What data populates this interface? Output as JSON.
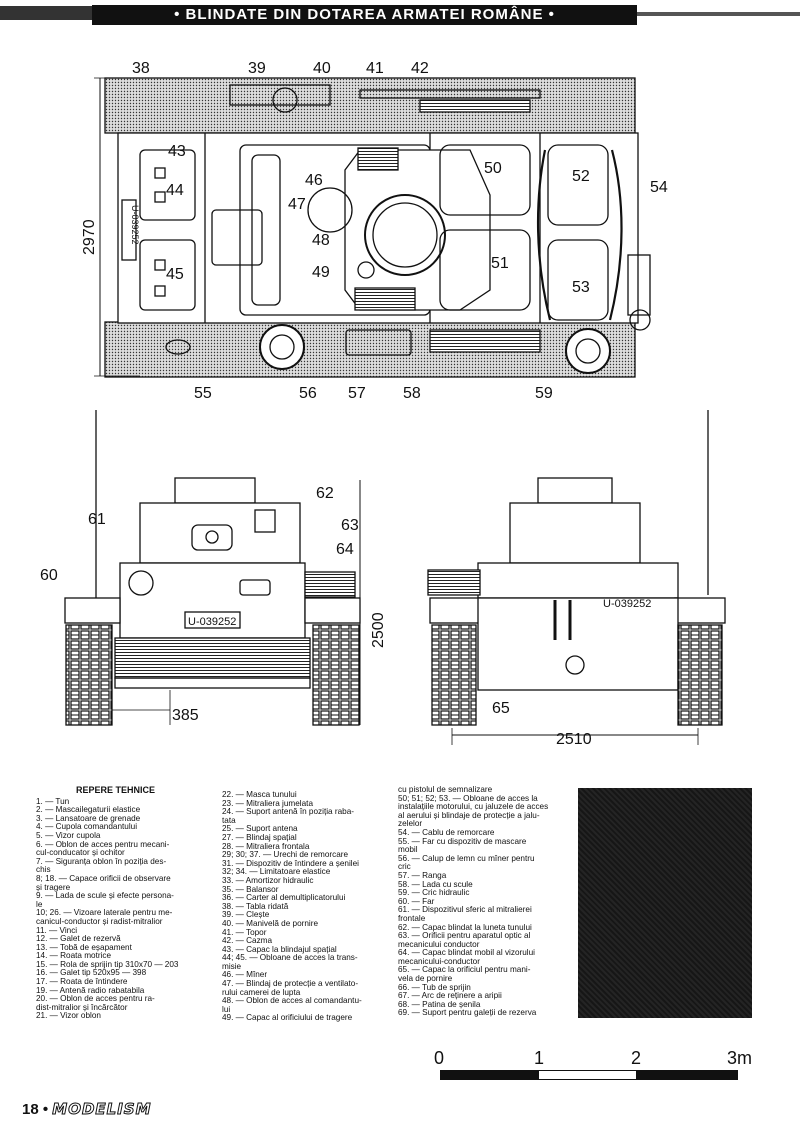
{
  "header": {
    "title": "• BLINDATE DIN DOTAREA ARMATEI ROMÂNE •"
  },
  "top_view": {
    "callouts": [
      "38",
      "39",
      "40",
      "41",
      "42",
      "43",
      "44",
      "45",
      "46",
      "47",
      "48",
      "49",
      "50",
      "51",
      "52",
      "53",
      "54",
      "55",
      "56",
      "57",
      "58",
      "59"
    ],
    "dimension_width": "2970"
  },
  "front_view": {
    "callouts": [
      "60",
      "61",
      "62",
      "63",
      "64"
    ],
    "plate": "U-039252",
    "dimension_height": "2500",
    "dimension_offset": "385"
  },
  "rear_view": {
    "callouts": [
      "65"
    ],
    "plate": "U-039252",
    "dimension_width": "2510"
  },
  "legend": {
    "title": "REPERE TEHNICE",
    "col1": [
      "1. — Tun",
      "2. — Mascailegaturii elastice",
      "3. — Lansatoare de grenade",
      "4. — Cupola comandantului",
      "5. — Vizor cupola",
      "6. — Oblon de acces pentru mecani-",
      "cul-conducator și ochitor",
      "7. — Siguranța oblon în poziția des-",
      "chis",
      "8; 18. — Capace orificii de observare",
      "și tragere",
      "9. — Lada de scule și efecte persona-",
      "le",
      "10; 26. — Vizoare laterale pentru me-",
      "canicul-conductor și radist-mitralior",
      "11. — Vinci",
      "12. — Galet de rezervă",
      "13. — Tobă de eșapament",
      "14. — Roata motrice",
      "15. — Rola de sprijin tip 310x70 — 203",
      "16. — Galet tip 520x95 — 398",
      "17. — Roata de întindere",
      "19. — Antenă radio rabatabila",
      "20. — Oblon de acces pentru ra-",
      "dist-mitralior și încărcător",
      "21. — Vizor oblon"
    ],
    "col2": [
      "22. — Masca tunului",
      "23. — Mitraliera jumelata",
      "24. — Suport antenă în poziția raba-",
      "tata",
      "25. — Suport antena",
      "27. — Blindaj spațial",
      "28. — Mitraliera frontala",
      "29; 30; 37. — Urechi de remorcare",
      "31. — Dispozitiv de întindere a șenilei",
      "32; 34. — Limitatoare elastice",
      "33. — Amortizor hidraulic",
      "35. — Balansor",
      "36. — Carter al demultiplicatorului",
      "38. — Tabla ridată",
      "39. — Clește",
      "40. — Manivelă de pornire",
      "41. — Topor",
      "42. — Cazma",
      "43. — Capac la blindajul spațial",
      "44; 45. — Obloane de acces la trans-",
      "misie",
      "46. — Mîner",
      "47. — Blindaj de protecție a ventilato-",
      "rului camerei de lupta",
      "48. — Oblon de acces al comandantu-",
      "lui",
      "49. — Capac al orificiului de tragere"
    ],
    "col3": [
      "cu pistolul de semnalizare",
      "50; 51; 52; 53. — Obloane de acces la",
      "instalațiile motorului, cu jaluzele de acces",
      "al aerului și blindaje de protecție a jalu-",
      "zelelor",
      "54. — Cablu de remorcare",
      "55. — Far cu dispozitiv de mascare",
      "mobil",
      "56. — Calup de lemn cu mîner pentru",
      "cric",
      "57. — Ranga",
      "58. — Lada cu scule",
      "59. — Cric hidraulic",
      "60. — Far",
      "61. — Dispozitivul sferic al mitralierei",
      "frontale",
      "62. — Capac blindat la luneta tunului",
      "63. — Orificii pentru aparatul optic al",
      "mecanicului conductor",
      "64. — Capac blindat mobil al vizorului",
      "mecanicului-conductor",
      "65. — Capac la orificiul pentru mani-",
      "vela de pornire",
      "66. — Tub de sprijin",
      "67. — Arc de reținere a aripii",
      "68. — Patina de șenila",
      "69. — Suport pentru galeții de rezerva"
    ]
  },
  "scale": {
    "labels": [
      "0",
      "1",
      "2",
      "3m"
    ]
  },
  "footer": {
    "page": "18 •",
    "brand": "MODELISM"
  }
}
